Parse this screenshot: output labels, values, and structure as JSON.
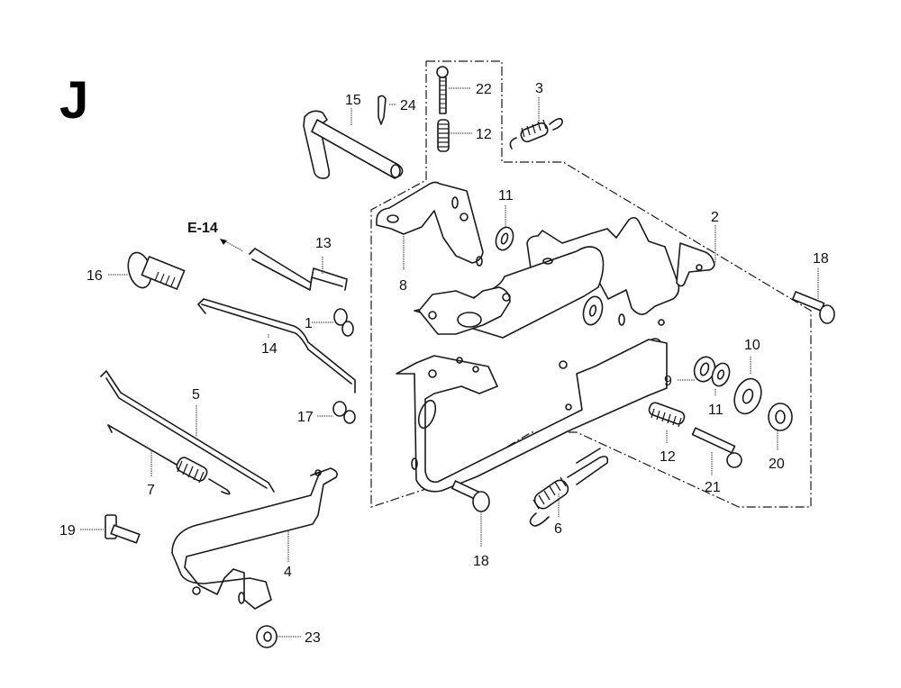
{
  "diagram": {
    "section_letter": "J",
    "reference_link": {
      "label": "E-14"
    },
    "callouts": [
      {
        "id": "c1",
        "number": "1"
      },
      {
        "id": "c2",
        "number": "2"
      },
      {
        "id": "c3",
        "number": "3"
      },
      {
        "id": "c4",
        "number": "4"
      },
      {
        "id": "c5",
        "number": "5"
      },
      {
        "id": "c6",
        "number": "6"
      },
      {
        "id": "c7",
        "number": "7"
      },
      {
        "id": "c8",
        "number": "8"
      },
      {
        "id": "c9",
        "number": "9"
      },
      {
        "id": "c10",
        "number": "10"
      },
      {
        "id": "c11a",
        "number": "11"
      },
      {
        "id": "c11b",
        "number": "11"
      },
      {
        "id": "c12a",
        "number": "12"
      },
      {
        "id": "c12b",
        "number": "12"
      },
      {
        "id": "c13",
        "number": "13"
      },
      {
        "id": "c14",
        "number": "14"
      },
      {
        "id": "c15",
        "number": "15"
      },
      {
        "id": "c16",
        "number": "16"
      },
      {
        "id": "c17",
        "number": "17"
      },
      {
        "id": "c18a",
        "number": "18"
      },
      {
        "id": "c18b",
        "number": "18"
      },
      {
        "id": "c19",
        "number": "19"
      },
      {
        "id": "c20",
        "number": "20"
      },
      {
        "id": "c21",
        "number": "21"
      },
      {
        "id": "c22",
        "number": "22"
      },
      {
        "id": "c23",
        "number": "23"
      },
      {
        "id": "c24",
        "number": "24"
      }
    ]
  }
}
